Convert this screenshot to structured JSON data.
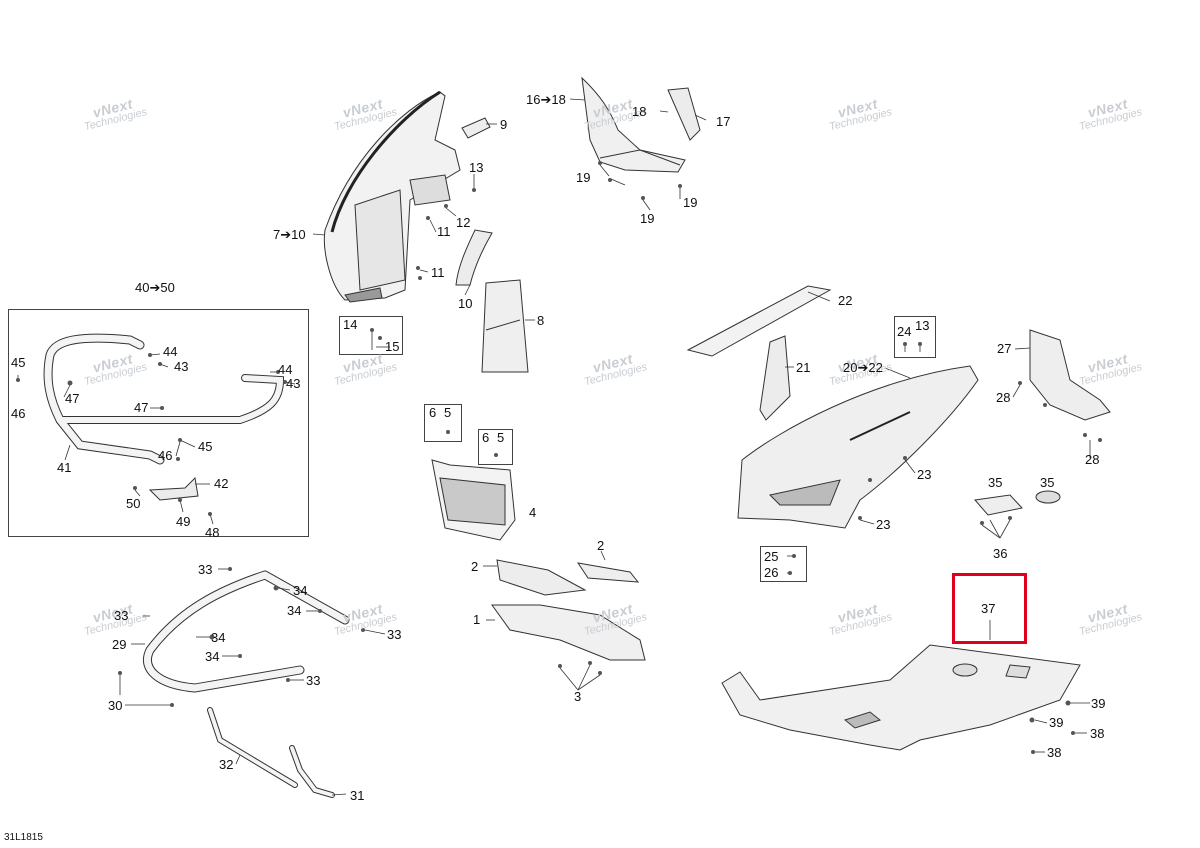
{
  "diagram": {
    "code": "31L1815",
    "watermark_line1": "vNext",
    "watermark_line2": "Technologies",
    "highlight_color": "#e0001b",
    "line_color": "#333333"
  },
  "callouts": {
    "c1": "16➔18",
    "c2": "18",
    "c3": "17",
    "c4": "9",
    "c5": "13",
    "c6": "12",
    "c7": "11",
    "c8": "7➔10",
    "c9": "11",
    "c10": "10",
    "c11": "8",
    "c12": "14",
    "c13": "15",
    "c14": "19",
    "c15": "19",
    "c16": "19",
    "c17": "40➔50",
    "c18": "44",
    "c19": "43",
    "c20": "45",
    "c21": "47",
    "c22": "46",
    "c23": "47",
    "c24": "44",
    "c25": "43",
    "c26": "45",
    "c27": "46",
    "c28": "41",
    "c29": "42",
    "c30": "50",
    "c31": "49",
    "c32": "48",
    "c33": "6",
    "c34": "5",
    "c35": "6",
    "c36": "5",
    "c37": "4",
    "c38": "22",
    "c39": "24",
    "c40": "13",
    "c41": "21",
    "c42": "20➔22",
    "c43": "23",
    "c44": "23",
    "c45": "25",
    "c46": "26",
    "c47": "27",
    "c48": "28",
    "c49": "28",
    "c50": "35",
    "c51": "35",
    "c52": "36",
    "c53": "2",
    "c54": "2",
    "c55": "1",
    "c56": "3",
    "c57": "33",
    "c58": "34",
    "c59": "33",
    "c60": "34",
    "c61": "33",
    "c62": "29",
    "c63": "34",
    "c64": "34",
    "c65": "33",
    "c66": "30",
    "c67": "32",
    "c68": "31",
    "c69": "37",
    "c70": "39",
    "c71": "39",
    "c72": "38",
    "c73": "38"
  }
}
